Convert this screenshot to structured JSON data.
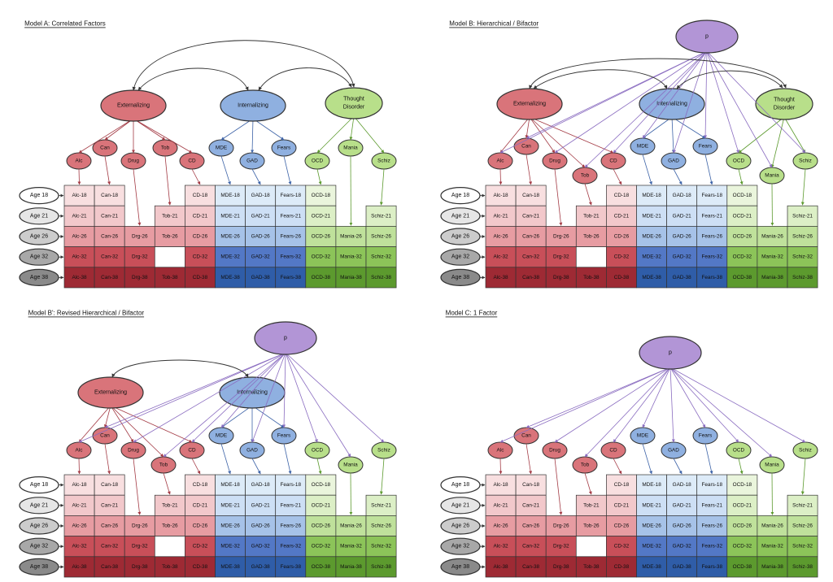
{
  "colors": {
    "ext": "#d9747a",
    "ext_dark": "#9e2a34",
    "int": "#8fb0e0",
    "int_dark": "#2f5da8",
    "thought": "#b8df8a",
    "thought_dark": "#5c9a2e",
    "p": "#b295d6",
    "p_line": "#9b7cc8"
  },
  "ages": [
    "Age 18",
    "Age 21",
    "Age 26",
    "Age 32",
    "Age 38"
  ],
  "grid": {
    "columns": [
      "Alc",
      "Can",
      "Drg",
      "Tob",
      "CD",
      "MDE",
      "GAD",
      "Fears",
      "OCD",
      "Mania",
      "Schiz"
    ],
    "rows": [
      [
        "Alc-18",
        "Can-18",
        "",
        "",
        "CD-18",
        "MDE-18",
        "GAD-18",
        "Fears-18",
        "OCD-18",
        "",
        ""
      ],
      [
        "Alc-21",
        "Can-21",
        "",
        "Tob-21",
        "CD-21",
        "MDE-21",
        "GAD-21",
        "Fears-21",
        "OCD-21",
        "",
        "Schiz-21"
      ],
      [
        "Alc-26",
        "Can-26",
        "Drg-26",
        "Tob-26",
        "CD-26",
        "MDE-26",
        "GAD-26",
        "Fears-26",
        "OCD-26",
        "Mania-26",
        "Schiz-26"
      ],
      [
        "Alc-32",
        "Can-32",
        "Drg-32",
        "",
        "CD-32",
        "MDE-32",
        "GAD-32",
        "Fears-32",
        "OCD-32",
        "Mania-32",
        "Schiz-32"
      ],
      [
        "Alc-38",
        "Can-38",
        "Drg-38",
        "Tob-38",
        "CD-38",
        "MDE-38",
        "GAD-38",
        "Fears-38",
        "OCD-38",
        "Mania-38",
        "Schiz-38"
      ]
    ]
  },
  "indicators": [
    "Alc",
    "Can",
    "Drug",
    "Tob",
    "CD",
    "MDE",
    "GAD",
    "Fears",
    "OCD",
    "Mania",
    "Schiz"
  ],
  "factors": {
    "externalizing": "Externalizing",
    "internalizing": "Internalizing",
    "thought": [
      "Thought",
      "Disorder"
    ],
    "p": "p"
  },
  "panels": [
    {
      "id": "A",
      "title": "Model A: Correlated Factors"
    },
    {
      "id": "B",
      "title": "Model B: Hierarchical / Bifactor"
    },
    {
      "id": "B2",
      "title": "Model B': Revised Hierarchical / Bifactor"
    },
    {
      "id": "C",
      "title": "Model C: 1 Factor"
    }
  ]
}
